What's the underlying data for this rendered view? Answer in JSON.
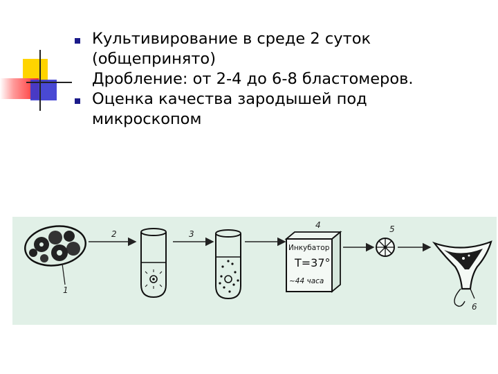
{
  "bullets": [
    {
      "lines": [
        "Культивирование в среде 2 суток",
        "(общепринято)"
      ],
      "marker": true
    },
    {
      "lines": [
        "Дробление: от 2-4 до 6-8 бластомеров."
      ],
      "marker": false
    },
    {
      "lines": [
        "Оценка качества зародышей под",
        "микроскопом"
      ],
      "marker": true
    }
  ],
  "figure": {
    "step_labels": [
      "1",
      "2",
      "3",
      "4",
      "5",
      "6"
    ],
    "incubator": {
      "line1": "Инкубатор",
      "line2": "T=37°",
      "line3": "~44 часа"
    }
  },
  "colors": {
    "bullet": "#1b1b8a",
    "figure_bg": "#e1f0e7",
    "deco_yellow": "#ffd400",
    "deco_red": "#ff2a2a",
    "deco_blue": "#3a3ad0"
  }
}
